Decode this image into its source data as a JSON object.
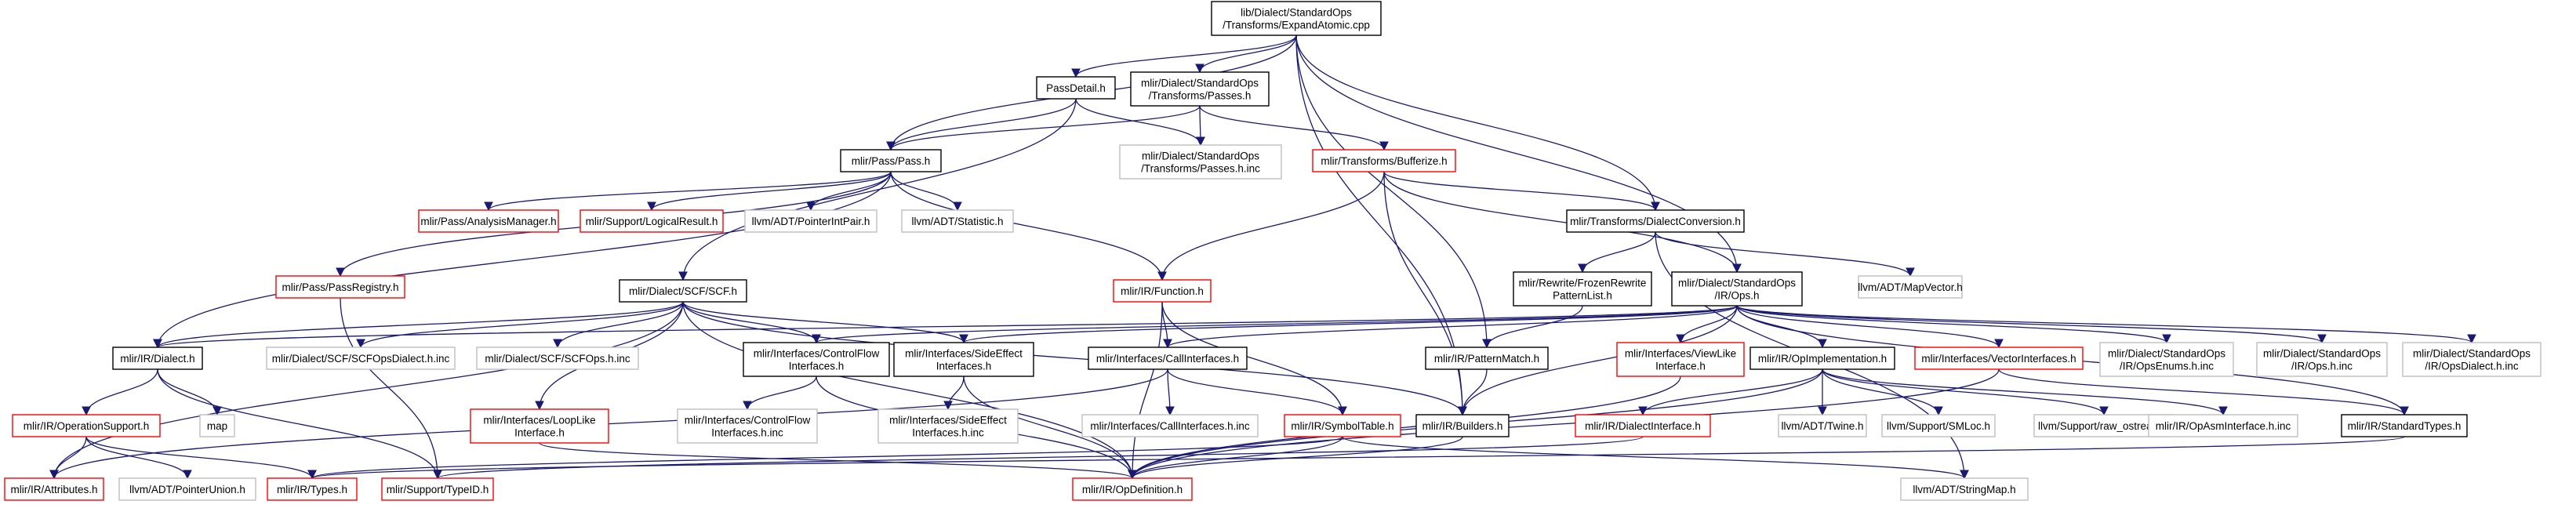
{
  "diagram": {
    "type": "include-dependency-graph",
    "colors": {
      "root_fill": "#bfbfbf",
      "normal_border": "#000000",
      "truncated_border": "#ff0000",
      "external_border": "#bfbfbf",
      "edge": "#191970"
    },
    "nodes": [
      {
        "id": "root",
        "lines": [
          "lib/Dialect/StandardOps",
          "/Transforms/ExpandAtomic.cpp"
        ],
        "kind": "root"
      },
      {
        "id": "passdetail",
        "lines": [
          "PassDetail.h"
        ],
        "kind": "normal"
      },
      {
        "id": "std_passes",
        "lines": [
          "mlir/Dialect/StandardOps",
          "/Transforms/Passes.h"
        ],
        "kind": "normal"
      },
      {
        "id": "pass_h",
        "lines": [
          "mlir/Pass/Pass.h"
        ],
        "kind": "normal"
      },
      {
        "id": "std_passes_inc",
        "lines": [
          "mlir/Dialect/StandardOps",
          "/Transforms/Passes.h.inc"
        ],
        "kind": "external"
      },
      {
        "id": "bufferize",
        "lines": [
          "mlir/Transforms/Bufferize.h"
        ],
        "kind": "truncated"
      },
      {
        "id": "analysis",
        "lines": [
          "mlir/Pass/AnalysisManager.h"
        ],
        "kind": "truncated"
      },
      {
        "id": "logical",
        "lines": [
          "mlir/Support/LogicalResult.h"
        ],
        "kind": "truncated"
      },
      {
        "id": "ptrintpair",
        "lines": [
          "llvm/ADT/PointerIntPair.h"
        ],
        "kind": "external"
      },
      {
        "id": "statistic",
        "lines": [
          "llvm/ADT/Statistic.h"
        ],
        "kind": "external"
      },
      {
        "id": "dialectconv",
        "lines": [
          "mlir/Transforms/DialectConversion.h"
        ],
        "kind": "normal"
      },
      {
        "id": "passreg",
        "lines": [
          "mlir/Pass/PassRegistry.h"
        ],
        "kind": "truncated"
      },
      {
        "id": "scf",
        "lines": [
          "mlir/Dialect/SCF/SCF.h"
        ],
        "kind": "normal"
      },
      {
        "id": "function",
        "lines": [
          "mlir/IR/Function.h"
        ],
        "kind": "truncated"
      },
      {
        "id": "frozen",
        "lines": [
          "mlir/Rewrite/FrozenRewrite",
          "PatternList.h"
        ],
        "kind": "normal"
      },
      {
        "id": "stdops",
        "lines": [
          "mlir/Dialect/StandardOps",
          "/IR/Ops.h"
        ],
        "kind": "normal"
      },
      {
        "id": "mapvector",
        "lines": [
          "llvm/ADT/MapVector.h"
        ],
        "kind": "external"
      },
      {
        "id": "dialect",
        "lines": [
          "mlir/IR/Dialect.h"
        ],
        "kind": "normal"
      },
      {
        "id": "scfopsdialect",
        "lines": [
          "mlir/Dialect/SCF/SCFOpsDialect.h.inc"
        ],
        "kind": "external"
      },
      {
        "id": "scfops",
        "lines": [
          "mlir/Dialect/SCF/SCFOps.h.inc"
        ],
        "kind": "external"
      },
      {
        "id": "cflow",
        "lines": [
          "mlir/Interfaces/ControlFlow",
          "Interfaces.h"
        ],
        "kind": "normal"
      },
      {
        "id": "sideeffect",
        "lines": [
          "mlir/Interfaces/SideEffect",
          "Interfaces.h"
        ],
        "kind": "normal"
      },
      {
        "id": "callif",
        "lines": [
          "mlir/Interfaces/CallInterfaces.h"
        ],
        "kind": "normal"
      },
      {
        "id": "patternmatch",
        "lines": [
          "mlir/IR/PatternMatch.h"
        ],
        "kind": "normal"
      },
      {
        "id": "viewlike",
        "lines": [
          "mlir/Interfaces/ViewLike",
          "Interface.h"
        ],
        "kind": "truncated"
      },
      {
        "id": "opimpl",
        "lines": [
          "mlir/IR/OpImplementation.h"
        ],
        "kind": "normal"
      },
      {
        "id": "vectorif",
        "lines": [
          "mlir/Interfaces/VectorInterfaces.h"
        ],
        "kind": "truncated"
      },
      {
        "id": "opsenums",
        "lines": [
          "mlir/Dialect/StandardOps",
          "/IR/OpsEnums.h.inc"
        ],
        "kind": "external"
      },
      {
        "id": "opsinc",
        "lines": [
          "mlir/Dialect/StandardOps",
          "/IR/Ops.h.inc"
        ],
        "kind": "external"
      },
      {
        "id": "opsdialect",
        "lines": [
          "mlir/Dialect/StandardOps",
          "/IR/OpsDialect.h.inc"
        ],
        "kind": "external"
      },
      {
        "id": "opsupport",
        "lines": [
          "mlir/IR/OperationSupport.h"
        ],
        "kind": "truncated"
      },
      {
        "id": "map",
        "lines": [
          "map"
        ],
        "kind": "external"
      },
      {
        "id": "looplike",
        "lines": [
          "mlir/Interfaces/LoopLike",
          "Interface.h"
        ],
        "kind": "truncated"
      },
      {
        "id": "cflowinc",
        "lines": [
          "mlir/Interfaces/ControlFlow",
          "Interfaces.h.inc"
        ],
        "kind": "external"
      },
      {
        "id": "sideeffectinc",
        "lines": [
          "mlir/Interfaces/SideEffect",
          "Interfaces.h.inc"
        ],
        "kind": "external"
      },
      {
        "id": "callifinc",
        "lines": [
          "mlir/Interfaces/CallInterfaces.h.inc"
        ],
        "kind": "external"
      },
      {
        "id": "symboltable",
        "lines": [
          "mlir/IR/SymbolTable.h"
        ],
        "kind": "truncated"
      },
      {
        "id": "builders",
        "lines": [
          "mlir/IR/Builders.h"
        ],
        "kind": "normal"
      },
      {
        "id": "dialectif",
        "lines": [
          "mlir/IR/DialectInterface.h"
        ],
        "kind": "truncated"
      },
      {
        "id": "twine",
        "lines": [
          "llvm/ADT/Twine.h"
        ],
        "kind": "external"
      },
      {
        "id": "smloc",
        "lines": [
          "llvm/Support/SMLoc.h"
        ],
        "kind": "external"
      },
      {
        "id": "rawostream",
        "lines": [
          "llvm/Support/raw_ostream.h"
        ],
        "kind": "external"
      },
      {
        "id": "opasmif",
        "lines": [
          "mlir/IR/OpAsmInterface.h.inc"
        ],
        "kind": "external"
      },
      {
        "id": "stdtypes",
        "lines": [
          "mlir/IR/StandardTypes.h"
        ],
        "kind": "normal"
      },
      {
        "id": "attributes",
        "lines": [
          "mlir/IR/Attributes.h"
        ],
        "kind": "truncated"
      },
      {
        "id": "ptrunion",
        "lines": [
          "llvm/ADT/PointerUnion.h"
        ],
        "kind": "external"
      },
      {
        "id": "types",
        "lines": [
          "mlir/IR/Types.h"
        ],
        "kind": "truncated"
      },
      {
        "id": "typeid",
        "lines": [
          "mlir/Support/TypeID.h"
        ],
        "kind": "truncated"
      },
      {
        "id": "opdef",
        "lines": [
          "mlir/IR/OpDefinition.h"
        ],
        "kind": "truncated"
      },
      {
        "id": "stringmap",
        "lines": [
          "llvm/ADT/StringMap.h"
        ],
        "kind": "external"
      }
    ],
    "edges": [
      [
        "root",
        "passdetail"
      ],
      [
        "root",
        "std_passes"
      ],
      [
        "root",
        "pass_h"
      ],
      [
        "root",
        "dialectconv"
      ],
      [
        "root",
        "stdops"
      ],
      [
        "root",
        "patternmatch"
      ],
      [
        "root",
        "builders"
      ],
      [
        "passdetail",
        "pass_h"
      ],
      [
        "passdetail",
        "std_passes_inc"
      ],
      [
        "passdetail",
        "scf"
      ],
      [
        "std_passes",
        "pass_h"
      ],
      [
        "std_passes",
        "std_passes_inc"
      ],
      [
        "std_passes",
        "bufferize"
      ],
      [
        "pass_h",
        "analysis"
      ],
      [
        "pass_h",
        "logical"
      ],
      [
        "pass_h",
        "ptrintpair"
      ],
      [
        "pass_h",
        "statistic"
      ],
      [
        "pass_h",
        "passreg"
      ],
      [
        "pass_h",
        "function"
      ],
      [
        "pass_h",
        "dialect"
      ],
      [
        "bufferize",
        "dialectconv"
      ],
      [
        "bufferize",
        "function"
      ],
      [
        "bufferize",
        "stdops"
      ],
      [
        "bufferize",
        "builders"
      ],
      [
        "dialectconv",
        "frozen"
      ],
      [
        "dialectconv",
        "mapvector"
      ],
      [
        "dialectconv",
        "stringmap"
      ],
      [
        "passreg",
        "typeid"
      ],
      [
        "scf",
        "dialect"
      ],
      [
        "scf",
        "scfopsdialect"
      ],
      [
        "scf",
        "scfops"
      ],
      [
        "scf",
        "cflow"
      ],
      [
        "scf",
        "sideeffect"
      ],
      [
        "scf",
        "looplike"
      ],
      [
        "scf",
        "builders"
      ],
      [
        "scf",
        "attributes"
      ],
      [
        "scf",
        "opdef"
      ],
      [
        "function",
        "callif"
      ],
      [
        "function",
        "symboltable"
      ],
      [
        "function",
        "opdef"
      ],
      [
        "frozen",
        "patternmatch"
      ],
      [
        "stdops",
        "dialect"
      ],
      [
        "stdops",
        "cflow"
      ],
      [
        "stdops",
        "sideeffect"
      ],
      [
        "stdops",
        "callif"
      ],
      [
        "stdops",
        "viewlike"
      ],
      [
        "stdops",
        "opimpl"
      ],
      [
        "stdops",
        "vectorif"
      ],
      [
        "stdops",
        "opsenums"
      ],
      [
        "stdops",
        "opsinc"
      ],
      [
        "stdops",
        "opsdialect"
      ],
      [
        "stdops",
        "stdtypes"
      ],
      [
        "stdops",
        "builders"
      ],
      [
        "dialect",
        "opsupport"
      ],
      [
        "dialect",
        "map"
      ],
      [
        "dialect",
        "typeid"
      ],
      [
        "opsupport",
        "attributes"
      ],
      [
        "opsupport",
        "ptrunion"
      ],
      [
        "opsupport",
        "types"
      ],
      [
        "cflow",
        "cflowinc"
      ],
      [
        "cflow",
        "opdef"
      ],
      [
        "sideeffect",
        "sideeffectinc"
      ],
      [
        "sideeffect",
        "opdef"
      ],
      [
        "callif",
        "callifinc"
      ],
      [
        "callif",
        "symboltable"
      ],
      [
        "callif",
        "attributes"
      ],
      [
        "symboltable",
        "opdef"
      ],
      [
        "symboltable",
        "stringmap"
      ],
      [
        "symboltable",
        "types"
      ],
      [
        "patternmatch",
        "builders"
      ],
      [
        "builders",
        "opdef"
      ],
      [
        "viewlike",
        "opdef"
      ],
      [
        "looplike",
        "opdef"
      ],
      [
        "opimpl",
        "dialectif"
      ],
      [
        "opimpl",
        "twine"
      ],
      [
        "opimpl",
        "smloc"
      ],
      [
        "opimpl",
        "rawostream"
      ],
      [
        "opimpl",
        "opasmif"
      ],
      [
        "opimpl",
        "opdef"
      ],
      [
        "dialectif",
        "typeid"
      ],
      [
        "vectorif",
        "stdtypes"
      ],
      [
        "vectorif",
        "opdef"
      ],
      [
        "stdtypes",
        "types"
      ]
    ]
  }
}
